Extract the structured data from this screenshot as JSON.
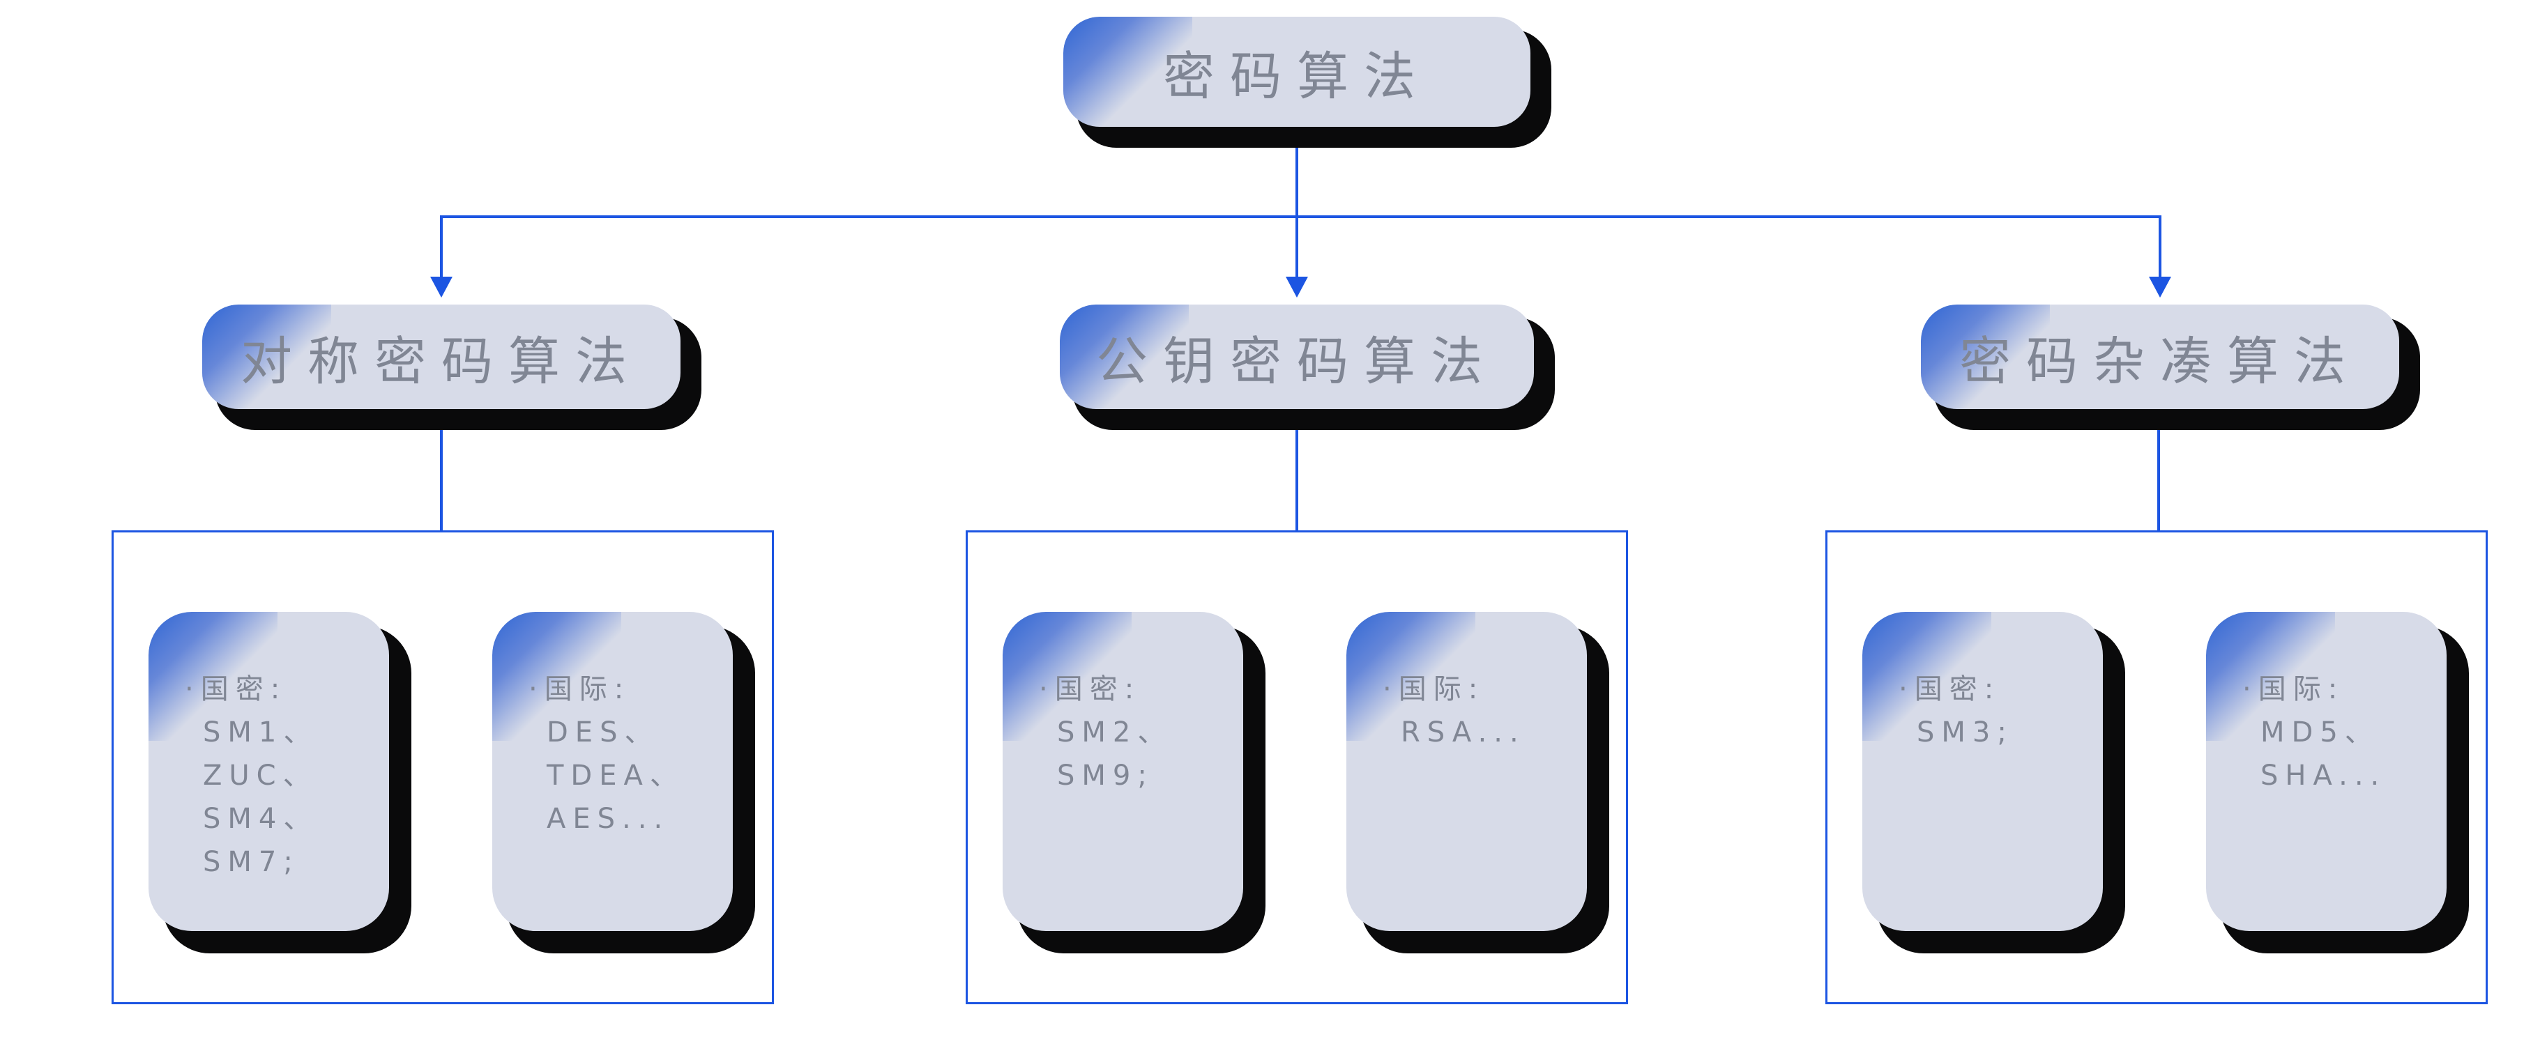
{
  "root": {
    "label": "密码算法"
  },
  "branches": [
    {
      "label": "对称密码算法",
      "cards": [
        {
          "lines": [
            "·国密:",
            "SM1、",
            "ZUC、",
            "SM4、",
            "SM7;"
          ]
        },
        {
          "lines": [
            "·国际:",
            "DES、",
            "TDEA、",
            "AES..."
          ]
        }
      ]
    },
    {
      "label": "公钥密码算法",
      "cards": [
        {
          "lines": [
            "·国密:",
            "SM2、",
            "SM9;"
          ]
        },
        {
          "lines": [
            "·国际:",
            "RSA..."
          ]
        }
      ]
    },
    {
      "label": "密码杂凑算法",
      "cards": [
        {
          "lines": [
            "·国密:",
            "SM3;"
          ]
        },
        {
          "lines": [
            "·国际:",
            "MD5、",
            "SHA..."
          ]
        }
      ]
    }
  ],
  "colors": {
    "connector": "#1c55e2",
    "node_fill": "#d7dbe8",
    "shadow": "#0a0a0b",
    "corner_blue": "#2f66d4",
    "text": "#808694"
  }
}
